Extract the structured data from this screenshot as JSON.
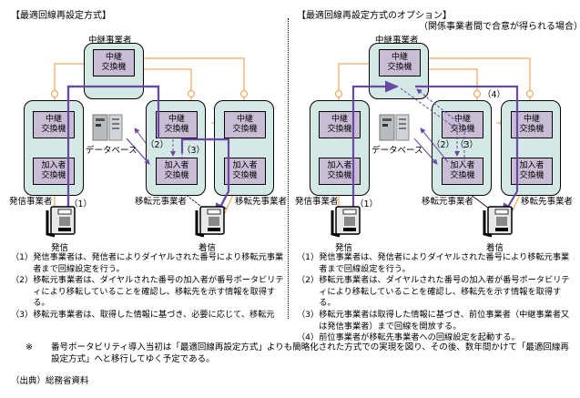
{
  "left": {
    "title": "【最適回線再設定方式】",
    "relay_carrier_label": "中継事業者",
    "relay_switch": [
      "中継",
      "交換機"
    ],
    "origin_carrier_label": "発信事業者",
    "source_carrier_label": "移転元事業者",
    "dest_carrier_label": "移転先事業者",
    "subscriber_switch": [
      "加入者",
      "交換機"
    ],
    "database_label": "データベース",
    "step_labels": {
      "s1": "（1）",
      "s2": "（2）",
      "s3": "（3）"
    },
    "caller_label": "発信",
    "callee_label": "着信",
    "notes": [
      {
        "num": "（1）",
        "text": "発信事業者は、発信者によりダイヤルされた番号により移転元事業者まで回線設定を行う。"
      },
      {
        "num": "（2）",
        "text": "移転元事業者は、ダイヤルされた番号の加入者が番号ポータビリティにより移転していることを確認し、移転先を示す情報を取得する。"
      },
      {
        "num": "（3）",
        "text": "移転元事業者は、取得した情報に基づき、必要に応じて、移転元"
      }
    ]
  },
  "right": {
    "title": "【最適回線再設定方式のオプション】",
    "subtitle": "（関係事業者間で合意が得られる場合）",
    "relay_carrier_label": "中継事業者",
    "relay_switch": [
      "中継",
      "交換機"
    ],
    "origin_carrier_label": "発信事業者",
    "source_carrier_label": "移転元事業者",
    "dest_carrier_label": "移転先事業者",
    "subscriber_switch": [
      "加入者",
      "交換機"
    ],
    "database_label": "データベース",
    "step_labels": {
      "s1": "（1）",
      "s2": "（2）",
      "s3": "（3）",
      "s4": "（4）"
    },
    "caller_label": "発信",
    "callee_label": "着信",
    "notes": [
      {
        "num": "（1）",
        "text": "発信事業者は、発信者によりダイヤルされた番号により移転元事業者まで回線設定を行う。"
      },
      {
        "num": "（2）",
        "text": "移転元事業者は、ダイヤルされた番号の加入者が番号ポータビリティにより移転していることを確認し、移転先を示す情報を取得する。"
      },
      {
        "num": "（3）",
        "text": "移転元事業者は取得した情報に基づき、前位事業者（中継事業者又は発信事業者）まで回線を開放する。"
      },
      {
        "num": "（4）",
        "text": "前位事業者が移転先事業者への回線設定を起動する。"
      }
    ]
  },
  "footnote": {
    "mark": "※",
    "text": "番号ポータビリティ導入当初は「最適回線再設定方式」よりも簡略化された方式での実現を図り、その後、数年間かけて「最適回線再設定方式」へと移行してゆく予定である。"
  },
  "source": "（出典）総務省資料",
  "colors": {
    "carrier_fill": "#d4e9e6",
    "switch_fill": "#c9bdd6",
    "trunk_line": "#f0a860",
    "call_path": "#6a4aa0"
  }
}
